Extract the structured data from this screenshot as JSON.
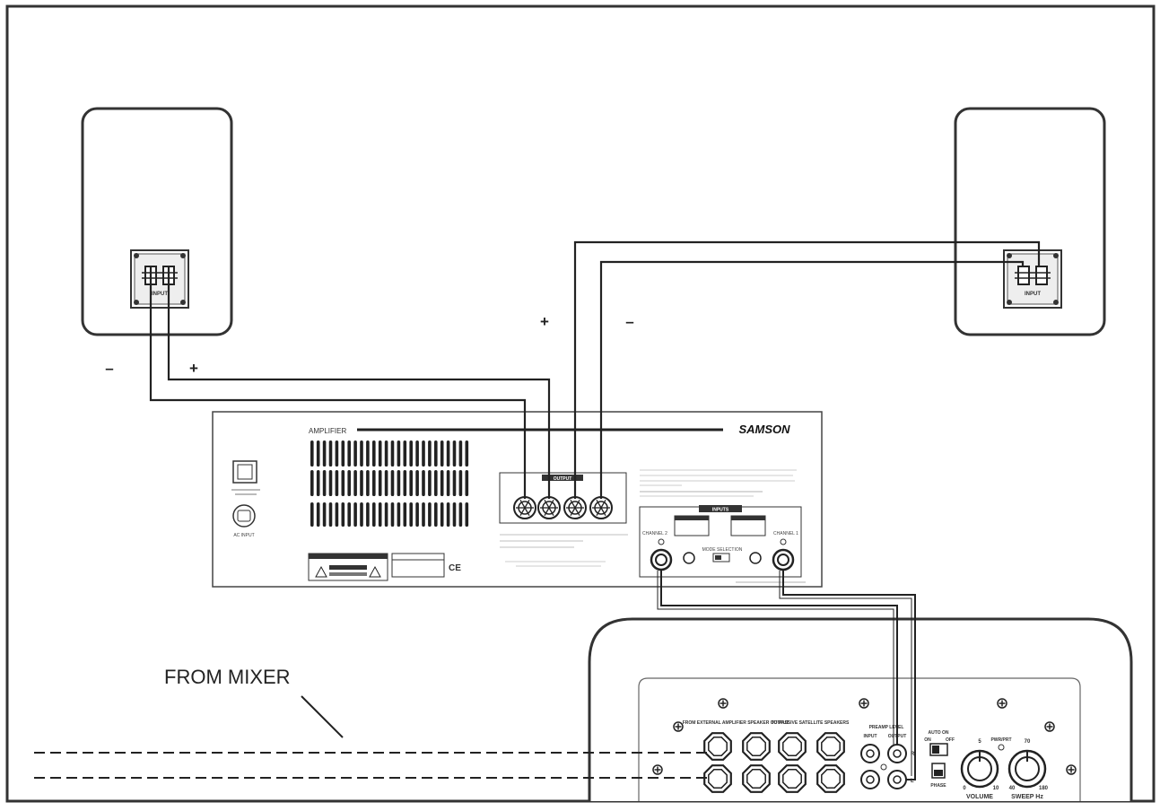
{
  "labels": {
    "speaker_input": "INPUT",
    "polarity_minus": "–",
    "polarity_plus": "+",
    "from_mixer": "FROM MIXER"
  },
  "amplifier": {
    "model_label": "AMPLIFIER",
    "brand": "SAMSON",
    "output_label": "OUTPUT",
    "inputs_label": "INPUTS",
    "channel_1": "CHANNEL 1",
    "channel_2": "CHANNEL 2",
    "mode_selection": "MODE SELECTION",
    "ac_input": "AC INPUT",
    "ce_mark": "CE"
  },
  "subwoofer": {
    "from_external": "FROM EXTERNAL AMPLIFIER SPEAKER OUTPUT",
    "to_passive": "TO PASSIVE SATELLITE SPEAKERS",
    "preamp_level": "PREAMP LEVEL",
    "preamp_input": "INPUT",
    "preamp_output": "OUTPUT",
    "auto_on": "AUTO ON",
    "on": "ON",
    "off": "OFF",
    "phase": "PHASE",
    "power": "PWR/PRT",
    "volume": "VOLUME",
    "sweep": "SWEEP Hz",
    "vol_scale": [
      "0",
      "5",
      "10"
    ],
    "sweep_scale": [
      "40",
      "70",
      "180"
    ],
    "ch_r": "R",
    "ch_l": "L"
  }
}
